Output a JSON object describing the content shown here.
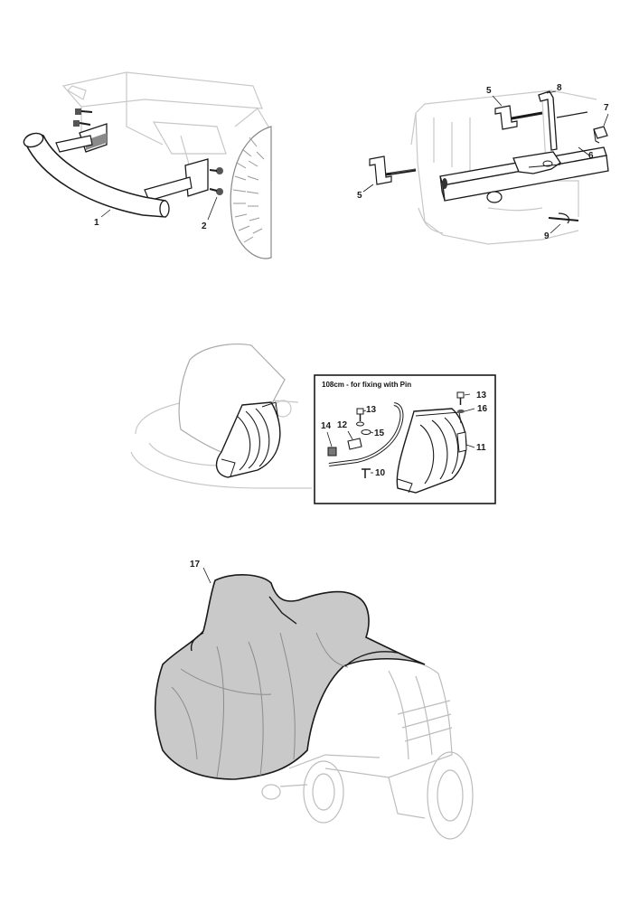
{
  "callouts": {
    "c1": "1",
    "c2": "2",
    "c5a": "5",
    "c5b": "5",
    "c6": "6",
    "c7": "7",
    "c8": "8",
    "c9": "9",
    "c10": "10",
    "c11": "11",
    "c12": "12",
    "c13a": "13",
    "c13b": "13",
    "c14": "14",
    "c15": "15",
    "c16": "16",
    "c17": "17"
  },
  "inset": {
    "title": "108cm - for fixing with Pin"
  },
  "colors": {
    "ink": "#1a1a1a",
    "ghost": "#c8c8c8",
    "cover_fill": "#c9c9c9",
    "part_fill": "#ffffff"
  }
}
